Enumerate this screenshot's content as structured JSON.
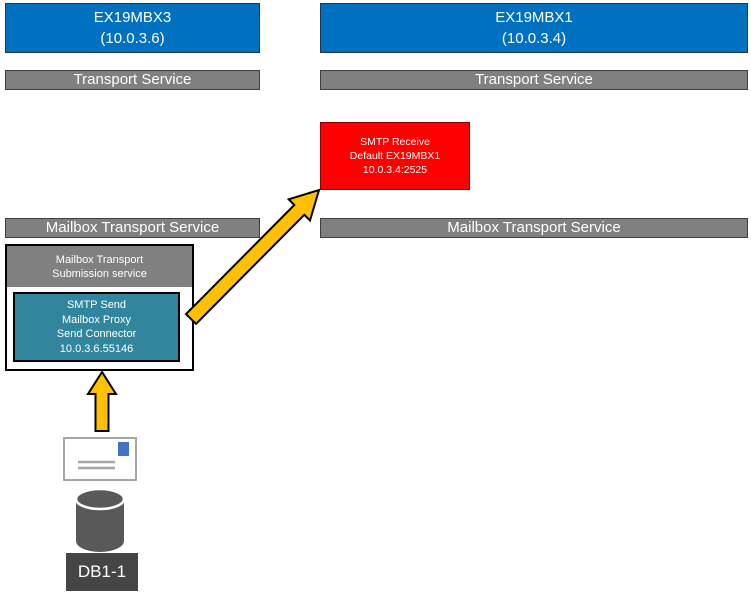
{
  "colors": {
    "server_blue": "#0070C0",
    "bar_gray": "#808080",
    "receive_red": "#FF0000",
    "connector_teal": "#31859C",
    "arrow_gold": "#FFC000",
    "db_dark": "#454545",
    "cylinder_gray": "#595959",
    "envelope_border": "#A6A6A6",
    "stamp_blue": "#4472C4"
  },
  "server_left": {
    "name": "EX19MBX3",
    "ip": "(10.0.3.6)",
    "transport_service": "Transport Service",
    "mailbox_transport_service": "Mailbox Transport Service"
  },
  "server_right": {
    "name": "EX19MBX1",
    "ip": "(10.0.3.4)",
    "transport_service": "Transport Service",
    "mailbox_transport_service": "Mailbox Transport Service"
  },
  "smtp_receive_box": {
    "lines": [
      "SMTP Receive",
      "Default EX19MBX1",
      "10.0.3.4:2525"
    ]
  },
  "submission_box": {
    "header_lines": [
      "Mailbox Transport",
      "Submission service"
    ],
    "connector_lines": [
      "SMTP Send",
      "Mailbox Proxy",
      "Send Connector",
      "10.0.3.6.55146"
    ]
  },
  "database_label": "DB1-1",
  "icons": {
    "diagonal_arrow": "up-right-arrow",
    "vertical_arrow": "up-arrow",
    "envelope": "mail-envelope",
    "database": "database-cylinder"
  }
}
